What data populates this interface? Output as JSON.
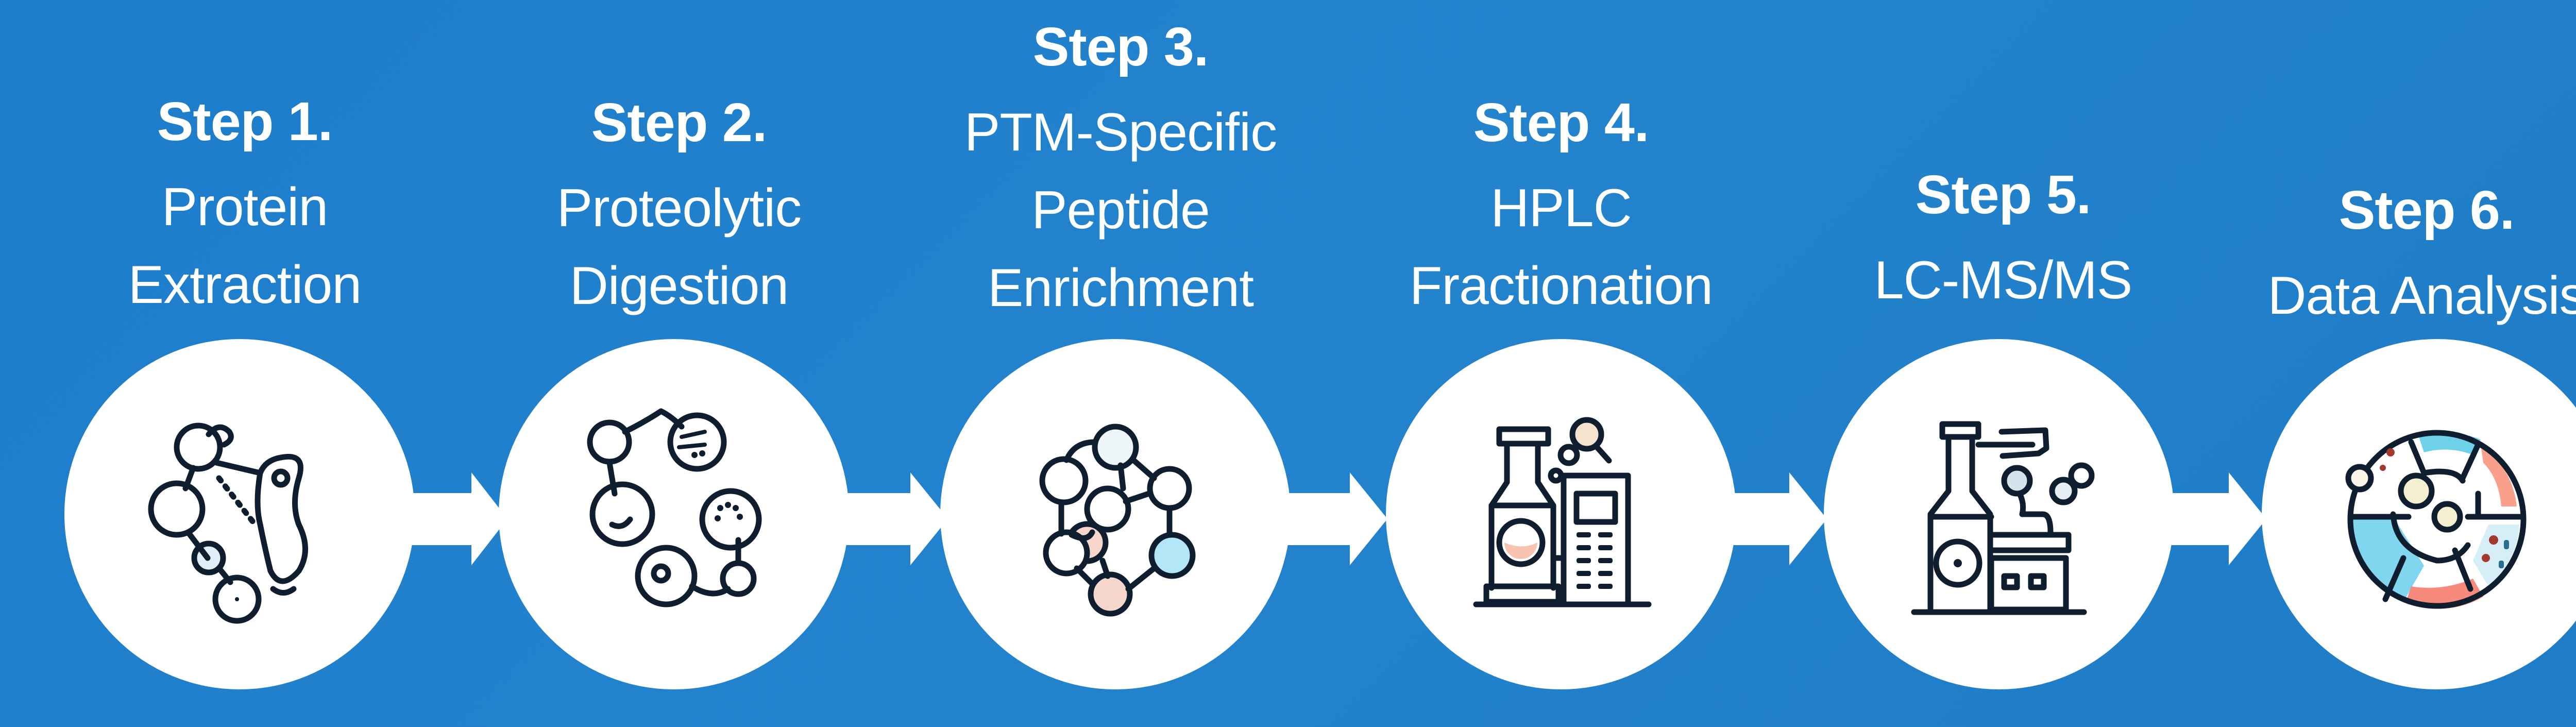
{
  "diagram": {
    "title": "PTM proteomics workflow",
    "colors": {
      "background": "#1f7fca",
      "circle": "#ffffff",
      "text": "#ffffff",
      "arrow": "#ffffff",
      "icon_stroke": "#0f1e2e",
      "accent_peach": "#f6cbbd",
      "accent_light_blue": "#b3e6f7",
      "accent_cream": "#f5efd2",
      "accent_coral": "#f78a7a",
      "accent_cyan": "#6fd0ea"
    },
    "steps": [
      {
        "title": "Step 1.",
        "lines": [
          "Protein",
          "Extraction"
        ],
        "icon": "protein-molecule-icon"
      },
      {
        "title": "Step 2.",
        "lines": [
          "Proteolytic",
          "Digestion"
        ],
        "icon": "digested-peptides-icon"
      },
      {
        "title": "Step 3.",
        "lines": [
          "PTM-Specific",
          "Peptide",
          "Enrichment"
        ],
        "icon": "peptide-network-icon"
      },
      {
        "title": "Step 4.",
        "lines": [
          "HPLC",
          "Fractionation"
        ],
        "icon": "hplc-instrument-icon"
      },
      {
        "title": "Step 5.",
        "lines": [
          "LC-MS/MS"
        ],
        "icon": "mass-spectrometer-icon"
      },
      {
        "title": "Step 6.",
        "lines": [
          "Data Analysis"
        ],
        "icon": "data-analysis-chart-icon"
      }
    ],
    "connectors": [
      "arrow",
      "arrow",
      "arrow",
      "arrow",
      "arrow"
    ]
  }
}
